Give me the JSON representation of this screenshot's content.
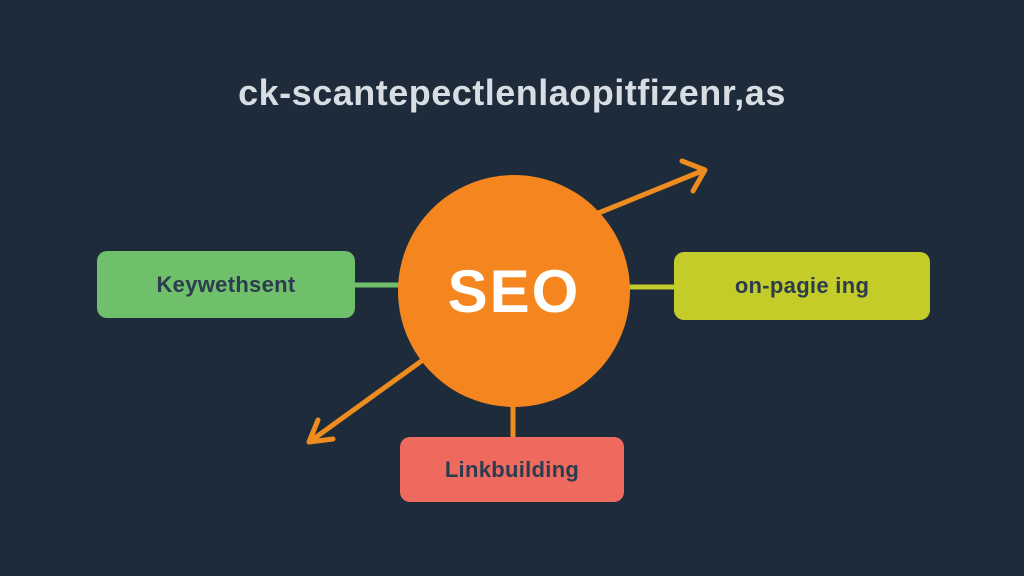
{
  "title": "ck-scantepectlenlaopitfizenr,as",
  "diagram": {
    "center": {
      "label": "SEO",
      "color": "#f5861f"
    },
    "nodes": [
      {
        "id": "left",
        "label": "Keywethsent",
        "color": "#6fbf6b"
      },
      {
        "id": "right",
        "label": "on-pagie ing",
        "color": "#c3cc28"
      },
      {
        "id": "bottom",
        "label": "Linkbuilding",
        "color": "#ee6a5f"
      }
    ],
    "arrow_color": "#ef8c1f"
  },
  "colors": {
    "background": "#1e2b3b",
    "title_text": "#d8dde3",
    "node_text": "#2b3c4e",
    "center_text": "#ffffff"
  }
}
